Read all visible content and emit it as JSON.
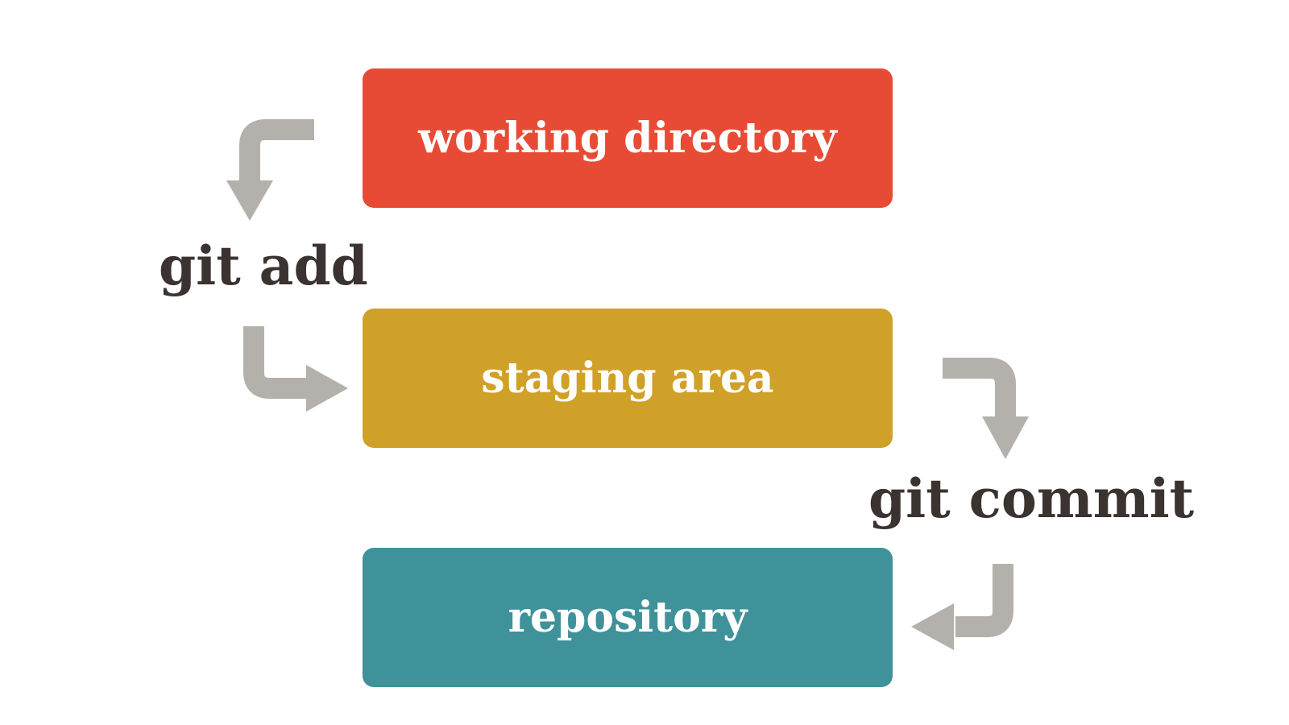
{
  "canvas": {
    "background": "#ffffff"
  },
  "colors": {
    "working_directory_box": "#e84b35",
    "staging_area_box": "#d0a128",
    "repository_box": "#3f919a",
    "arrow_gray": "#b4b0ac",
    "command_text": "#3b3330",
    "node_text": "#ffffff"
  },
  "diagram": {
    "type": "flowchart",
    "nodes": [
      {
        "id": "working-directory",
        "label": "working directory",
        "color": "#e84b35"
      },
      {
        "id": "staging-area",
        "label": "staging area",
        "color": "#d0a128"
      },
      {
        "id": "repository",
        "label": "repository",
        "color": "#3f919a"
      }
    ],
    "edges": [
      {
        "id": "git-add",
        "label": "git add",
        "from": "working-directory",
        "to": "staging-area"
      },
      {
        "id": "git-commit",
        "label": "git commit",
        "from": "staging-area",
        "to": "repository"
      }
    ]
  }
}
